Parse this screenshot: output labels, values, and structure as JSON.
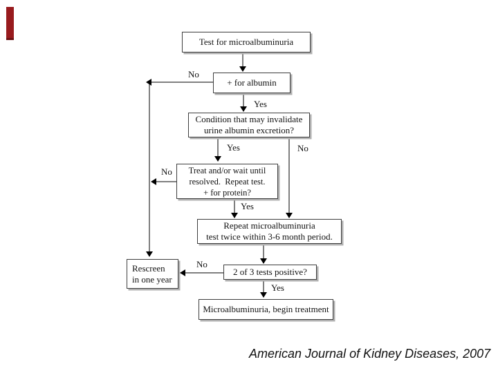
{
  "slide": {
    "caption": "American Journal of Kidney Diseases, 2007",
    "accent_bar_color": "#981b1e",
    "background_color": "#ffffff"
  },
  "flowchart": {
    "colors": {
      "connector_line": "#7f7f7f",
      "arrowhead": "#000000",
      "box_border": "#3d3d3d",
      "box_shadow": "#b0b0b0",
      "text": "#111111"
    },
    "nodes": {
      "test": {
        "label": "Test for microalbuminuria"
      },
      "albumin": {
        "label": "+ for albumin"
      },
      "condition": {
        "lines": [
          "Condition that may invalidate",
          "urine albumin excretion?"
        ]
      },
      "treat": {
        "lines": [
          "Treat and/or wait until",
          "resolved.  Repeat test.",
          "+ for protein?"
        ]
      },
      "repeat": {
        "lines": [
          "Repeat microalbuminuria",
          "test twice within 3-6 month period."
        ]
      },
      "rescreen": {
        "lines": [
          "Rescreen",
          "in one year"
        ]
      },
      "two_of_three": {
        "label": "2 of 3 tests positive?"
      },
      "treatment": {
        "label": "Microalbuminuria, begin treatment"
      }
    },
    "edge_labels": {
      "albumin_no": "No",
      "albumin_yes": "Yes",
      "condition_yes": "Yes",
      "condition_no": "No",
      "treat_no": "No",
      "treat_yes": "Yes",
      "two_of_three_no": "No",
      "two_of_three_yes": "Yes"
    }
  }
}
